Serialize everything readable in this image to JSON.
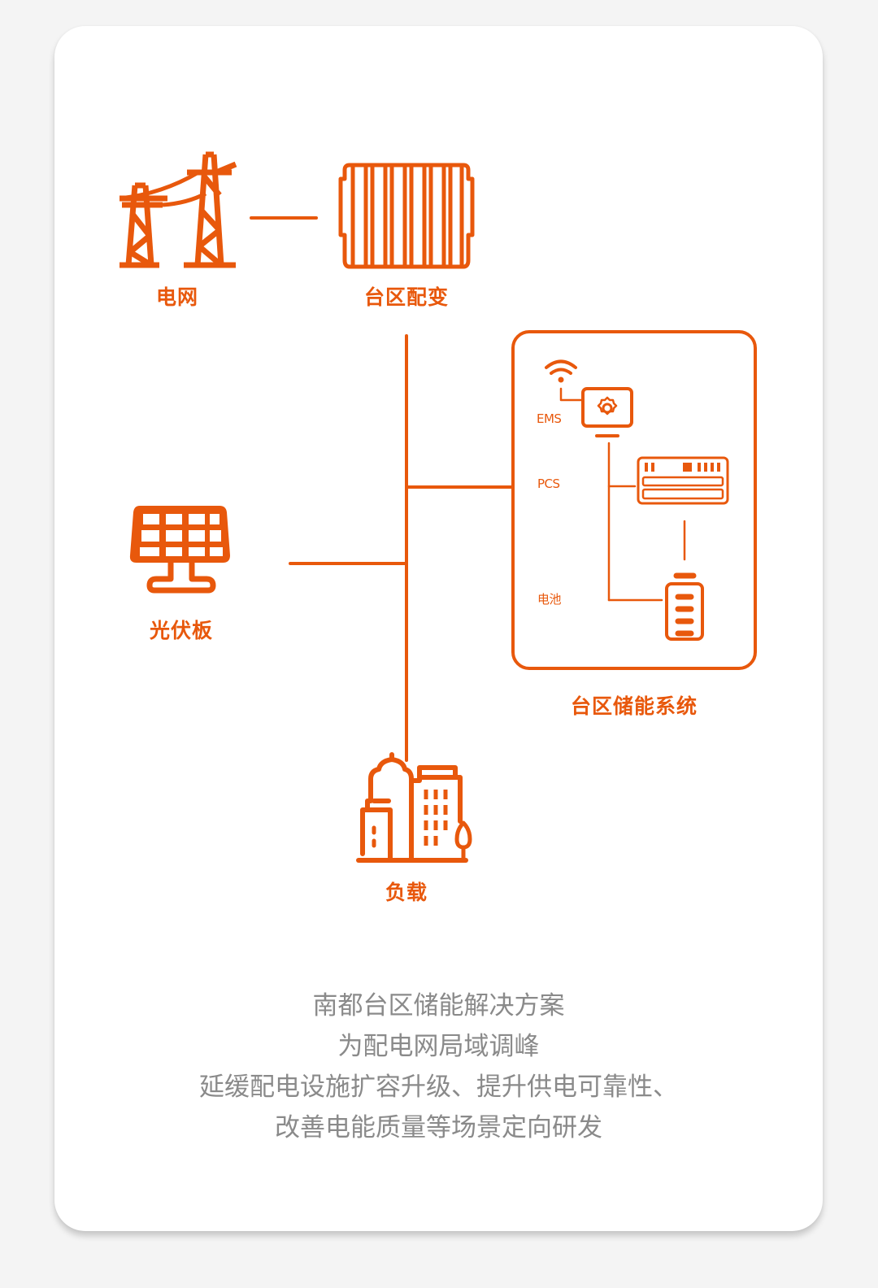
{
  "colors": {
    "accent": "#e8580c",
    "text_gray": "#8a8a8a",
    "card_bg": "#ffffff",
    "page_bg": "#f4f4f4"
  },
  "nodes": {
    "grid": {
      "label": "电网",
      "icon": "power-tower-icon"
    },
    "transformer": {
      "label": "台区配变",
      "icon": "transformer-icon"
    },
    "pv": {
      "label": "光伏板",
      "icon": "solar-panel-icon"
    },
    "load": {
      "label": "负载",
      "icon": "buildings-icon"
    },
    "storage": {
      "label": "台区储能系统",
      "components": [
        {
          "label": "EMS",
          "icon": "monitor-gear-icon"
        },
        {
          "label": "PCS",
          "icon": "pcs-cabinet-icon"
        },
        {
          "label": "电池",
          "icon": "battery-icon"
        }
      ],
      "wifi_icon": "wifi-icon"
    }
  },
  "description": {
    "lines": [
      "南都台区储能解决方案",
      "为配电网局域调峰",
      "延缓配电设施扩容升级、提升供电可靠性、",
      "改善电能质量等场景定向研发"
    ]
  }
}
